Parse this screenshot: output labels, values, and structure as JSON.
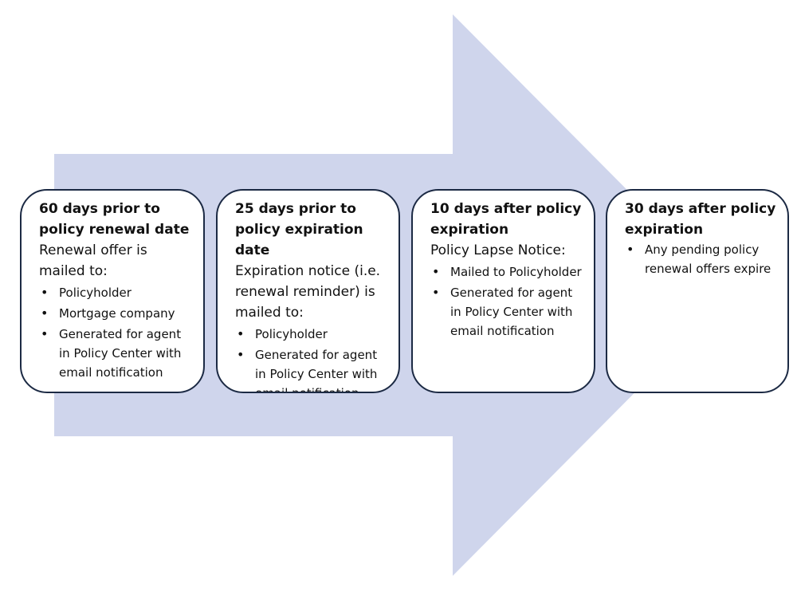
{
  "colors": {
    "arrow": "#cfd5ec",
    "box_border": "#1c2a44",
    "box_fill": "#ffffff",
    "text": "#111111"
  },
  "steps": [
    {
      "title": "60 days prior to policy renewal date",
      "intro": "Renewal offer is mailed to:",
      "bullets": [
        "Policyholder",
        "Mortgage company",
        "Generated for agent in Policy Center with email notification"
      ]
    },
    {
      "title": "25 days prior to policy expiration date",
      "intro": "Expiration notice (i.e. renewal reminder) is mailed to:",
      "bullets": [
        "Policyholder",
        "Generated for agent in Policy Center with email notification"
      ]
    },
    {
      "title": "10 days after policy expiration",
      "intro": "Policy Lapse Notice:",
      "bullets": [
        "Mailed to Policyholder",
        "Generated for agent in Policy Center with email notification"
      ]
    },
    {
      "title": "30 days after policy expiration",
      "intro": "",
      "bullets": [
        "Any pending policy renewal offers expire"
      ]
    }
  ]
}
